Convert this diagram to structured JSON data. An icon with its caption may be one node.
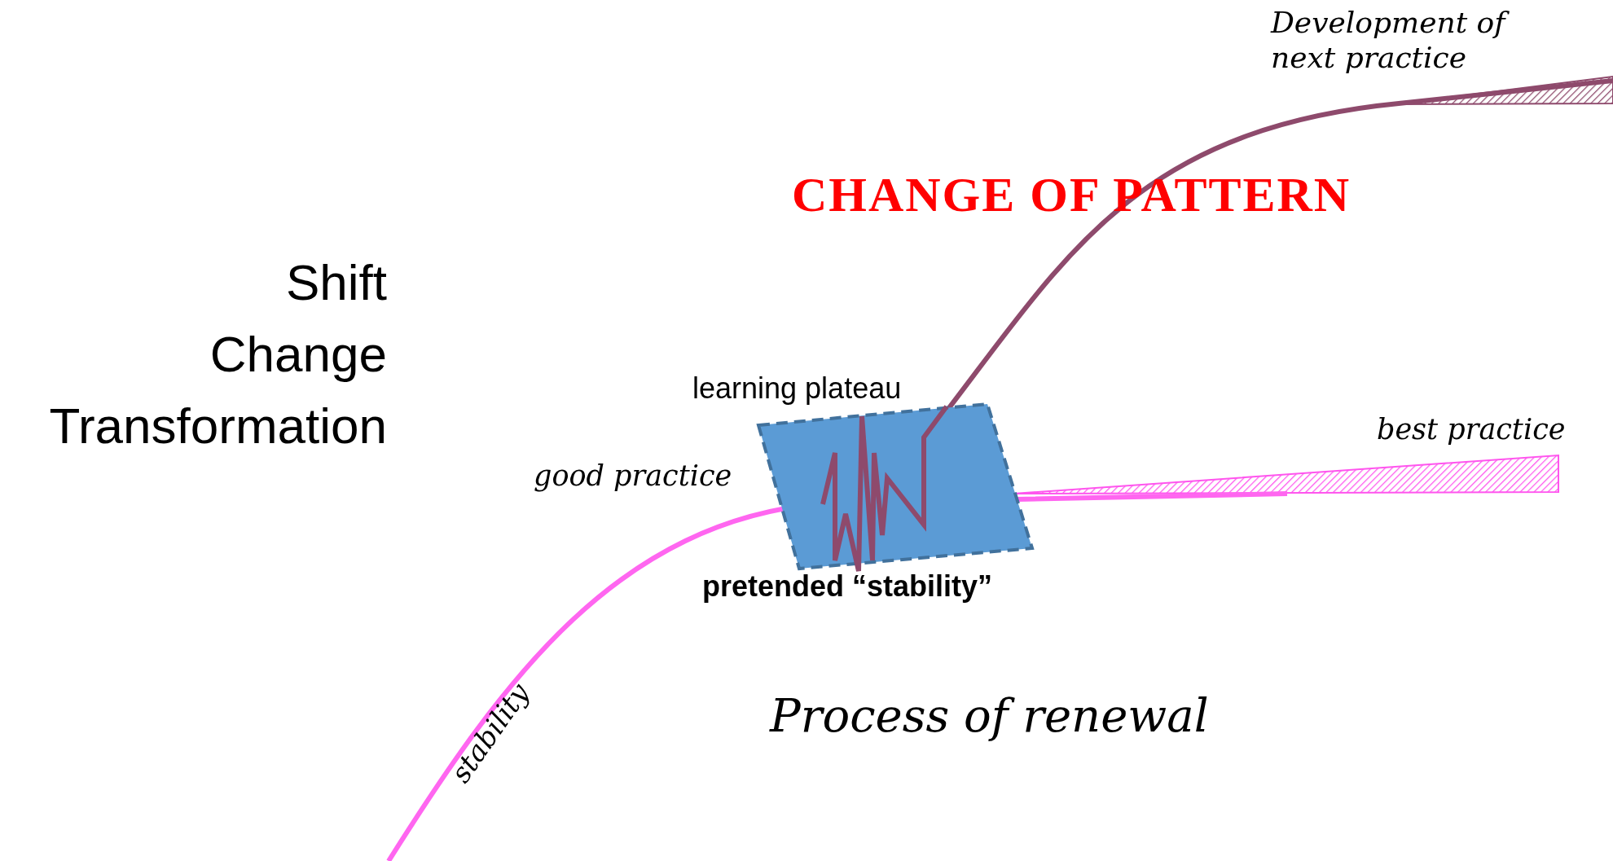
{
  "diagram": {
    "title": "CHANGE OF PATTERN",
    "nodes": [
      {
        "text": [
          "learning plateau",
          "pretended “stability”"
        ]
      }
    ],
    "labels": [
      "Development of next practice",
      "Shift",
      "Change",
      "Transformation",
      "good practice",
      "best practice",
      "Process of renewal",
      "stability"
    ]
  }
}
